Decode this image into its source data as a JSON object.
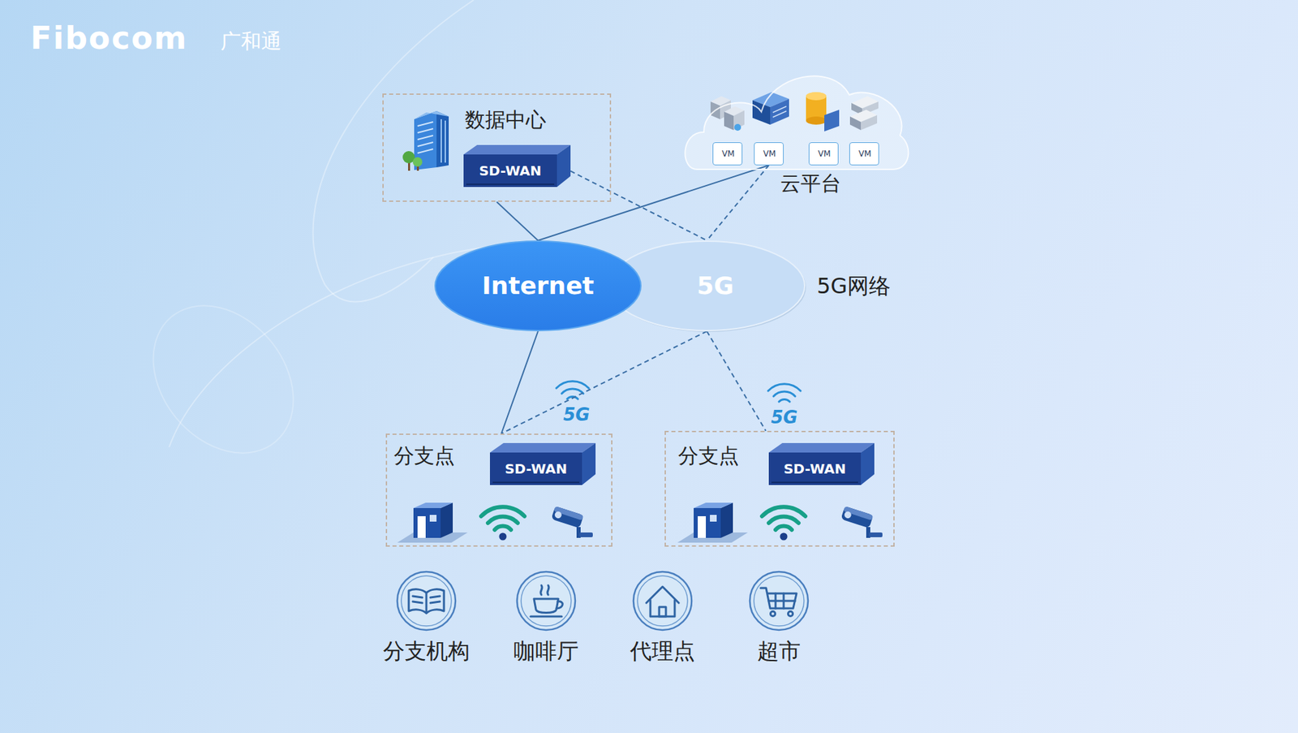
{
  "diagram": {
    "nodes": [
      {
        "text": [
          "数据中心"
        ]
      },
      {
        "text": [
          "SD-WAN"
        ],
        "in": 0
      },
      {
        "text": [
          "云平台"
        ]
      },
      {
        "text": [
          "VM"
        ],
        "in": 2
      },
      {
        "text": [
          "VM"
        ],
        "in": 2
      },
      {
        "text": [
          "VM"
        ],
        "in": 2
      },
      {
        "text": [
          "VM"
        ],
        "in": 2
      },
      {
        "text": [
          "Internet"
        ]
      },
      {
        "text": [
          "5G",
          "5G网络"
        ]
      },
      {
        "text": [
          "分支点"
        ]
      },
      {
        "text": [
          "SD-WAN"
        ],
        "in": 9
      },
      {
        "text": [
          "分支点"
        ]
      },
      {
        "text": [
          "SD-WAN"
        ],
        "in": 11
      },
      {
        "text": [
          "分支机构"
        ]
      },
      {
        "text": [
          "咖啡厅"
        ]
      },
      {
        "text": [
          "代理点"
        ]
      },
      {
        "text": [
          "超市"
        ]
      }
    ],
    "edges": [
      {
        "from": 0,
        "to": 7,
        "arrow": "none"
      },
      {
        "from": 1,
        "to": 8,
        "arrow": "none"
      },
      {
        "from": 4,
        "to": 7,
        "arrow": "none"
      },
      {
        "from": 4,
        "to": 8,
        "arrow": "none"
      },
      {
        "from": 7,
        "to": 9,
        "arrow": "none"
      },
      {
        "from": 8,
        "to": 9,
        "arrow": "none"
      },
      {
        "from": 8,
        "to": 11,
        "arrow": "none"
      }
    ],
    "labels": [
      "Fibocom",
      "广和通",
      "5G",
      "5G"
    ]
  }
}
